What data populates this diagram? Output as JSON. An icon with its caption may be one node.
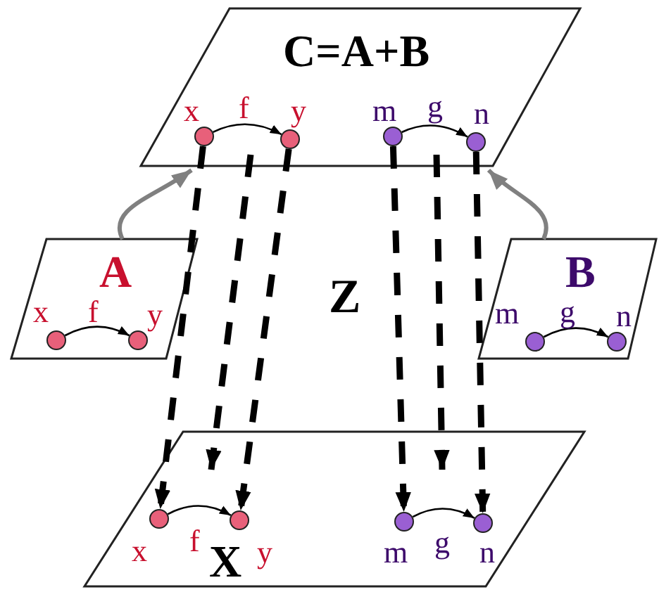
{
  "diagram": {
    "nodes": [
      {
        "text": [
          "C=A+B"
        ]
      },
      {
        "text": [],
        "shape": "circle",
        "in": 0,
        "beside": [
          "x"
        ]
      },
      {
        "text": [],
        "shape": "circle",
        "in": 0,
        "beside": [
          "y"
        ]
      },
      {
        "text": [],
        "shape": "circle",
        "in": 0,
        "beside": [
          "m"
        ]
      },
      {
        "text": [],
        "shape": "circle",
        "in": 0,
        "beside": [
          "n"
        ]
      },
      {
        "text": [
          "A"
        ]
      },
      {
        "text": [],
        "shape": "circle",
        "in": 5,
        "beside": [
          "x"
        ]
      },
      {
        "text": [],
        "shape": "circle",
        "in": 5,
        "beside": [
          "y"
        ]
      },
      {
        "text": [
          "B"
        ]
      },
      {
        "text": [],
        "shape": "circle",
        "in": 8,
        "beside": [
          "m"
        ]
      },
      {
        "text": [],
        "shape": "circle",
        "in": 8,
        "beside": [
          "n"
        ]
      },
      {
        "text": [
          "X"
        ]
      },
      {
        "text": [],
        "shape": "circle",
        "in": 11,
        "beside": [
          "x"
        ]
      },
      {
        "text": [],
        "shape": "circle",
        "in": 11,
        "beside": [
          "y"
        ]
      },
      {
        "text": [],
        "shape": "circle",
        "in": 11,
        "beside": [
          "m"
        ]
      },
      {
        "text": [],
        "shape": "circle",
        "in": 11,
        "beside": [
          "n"
        ]
      }
    ],
    "edges": [
      {
        "from": 1,
        "to": 2,
        "arrow": "to",
        "label": "f"
      },
      {
        "from": 3,
        "to": 4,
        "arrow": "to",
        "label": "g"
      },
      {
        "from": 6,
        "to": 7,
        "arrow": "to",
        "label": "f"
      },
      {
        "from": 9,
        "to": 10,
        "arrow": "to",
        "label": "g"
      },
      {
        "from": 12,
        "to": 13,
        "arrow": "to",
        "label": "f"
      },
      {
        "from": 14,
        "to": 15,
        "arrow": "to",
        "label": "g"
      },
      {
        "from": 5,
        "to": 0,
        "arrow": "to",
        "color": "#808080"
      },
      {
        "from": 8,
        "to": 0,
        "arrow": "to",
        "color": "#808080"
      },
      {
        "from": 1,
        "to": 12,
        "arrow": "to",
        "style": "dashed"
      },
      {
        "from": 0,
        "to": 11,
        "arrow": "to",
        "style": "dashed"
      },
      {
        "from": 2,
        "to": 13,
        "arrow": "to",
        "style": "dashed"
      },
      {
        "from": 3,
        "to": 14,
        "arrow": "to",
        "style": "dashed"
      },
      {
        "from": 0,
        "to": 11,
        "arrow": "to",
        "style": "dashed"
      },
      {
        "from": 4,
        "to": 15,
        "arrow": "to",
        "style": "dashed"
      }
    ],
    "labels": [
      "Z"
    ]
  }
}
